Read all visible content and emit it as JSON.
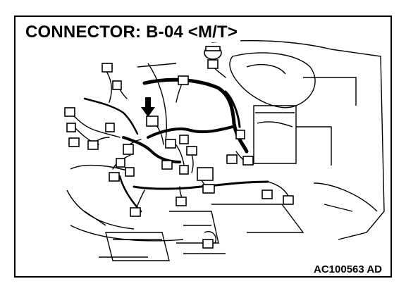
{
  "figure": {
    "title": "CONNECTOR:  B-04 <M/T>",
    "code": "AC100563 AD",
    "line_color": "#000000",
    "background_color": "#ffffff",
    "subject": "engine-compartment-wiring-harness",
    "arrow_target": "connector-b-04"
  }
}
